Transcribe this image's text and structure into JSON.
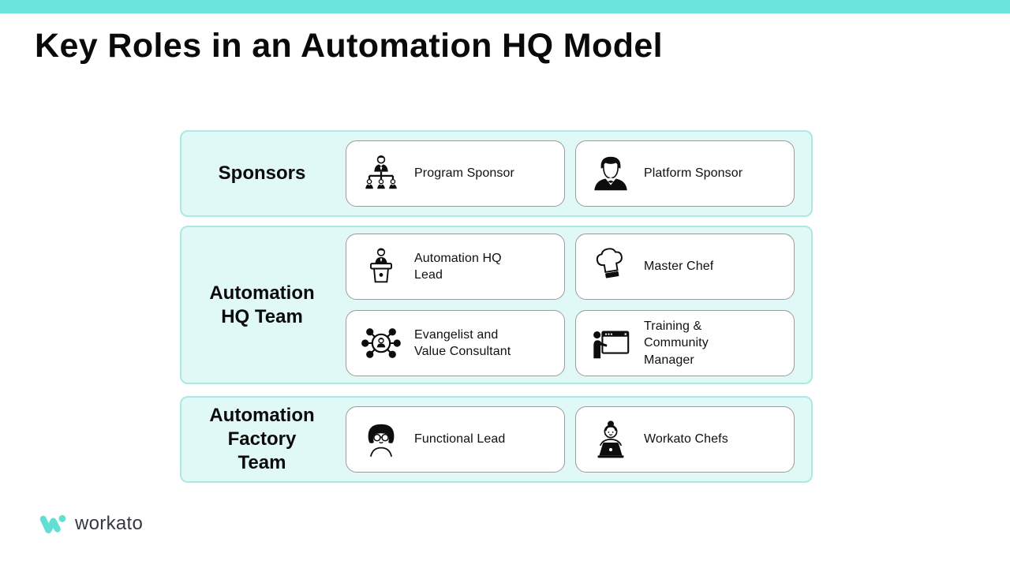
{
  "slide": {
    "title": "Key Roles in an Automation HQ Model",
    "accent_bar_color": "#6BE4DB",
    "panel_bg_color": "#E0F9F6",
    "panel_border_color": "#ACE9E3",
    "card_border_color": "#9B9B9B",
    "logo_teal_color": "#62DFD3"
  },
  "sections": [
    {
      "label": "Sponsors",
      "roles": [
        {
          "label": "Program Sponsor",
          "icon": "org-chart-icon"
        },
        {
          "label": "Platform Sponsor",
          "icon": "businessman-icon"
        }
      ]
    },
    {
      "label": "Automation\nHQ Team",
      "roles": [
        {
          "label": "Automation HQ\nLead",
          "icon": "podium-speaker-icon"
        },
        {
          "label": "Master Chef",
          "icon": "chef-hat-icon"
        },
        {
          "label": "Evangelist and\nValue Consultant",
          "icon": "network-person-icon"
        },
        {
          "label": "Training &\nCommunity\nManager",
          "icon": "trainer-presentation-icon"
        }
      ]
    },
    {
      "label": "Automation\nFactory\nTeam",
      "roles": [
        {
          "label": "Functional Lead",
          "icon": "woman-glasses-icon"
        },
        {
          "label": "Workato Chefs",
          "icon": "woman-laptop-icon"
        }
      ]
    }
  ],
  "footer": {
    "logo_text": "workato"
  }
}
